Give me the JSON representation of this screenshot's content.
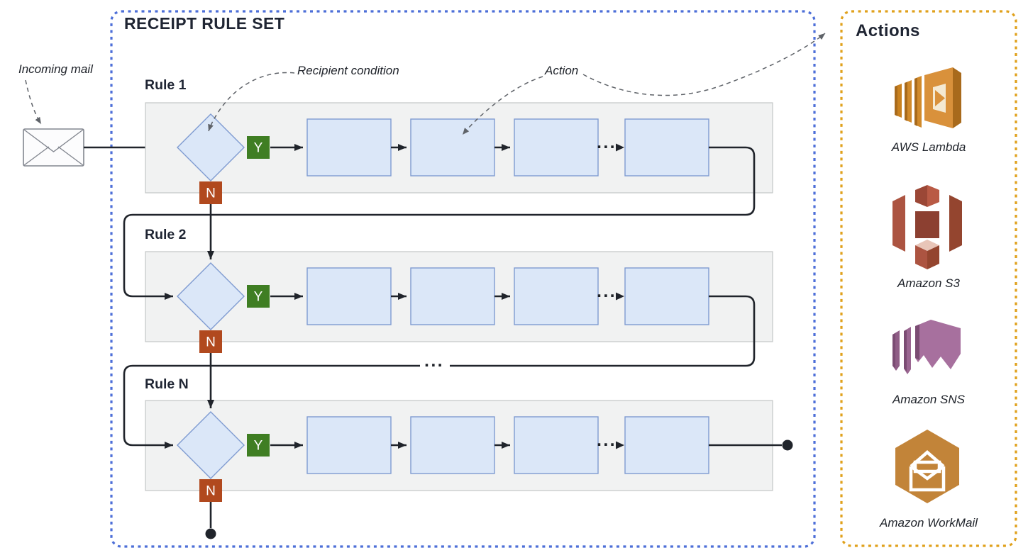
{
  "titles": {
    "rule_set": "RECEIPT RULE SET",
    "actions": "Actions"
  },
  "labels": {
    "incoming_mail": "Incoming mail",
    "recipient_condition": "Recipient condition",
    "action": "Action",
    "yes": "Y",
    "no": "N",
    "ellipsis": "···"
  },
  "rules": [
    {
      "label": "Rule 1"
    },
    {
      "label": "Rule 2"
    },
    {
      "label": "Rule N"
    }
  ],
  "actions": [
    {
      "name": "AWS Lambda"
    },
    {
      "name": "Amazon S3"
    },
    {
      "name": "Amazon SNS"
    },
    {
      "name": "Amazon WorkMail"
    }
  ],
  "colors": {
    "rule_set_border": "#4D6FD8",
    "actions_border": "#E0A11C",
    "yes_badge": "#3F7E23",
    "no_badge": "#B1491E",
    "action_box_fill": "#DBE7F8",
    "action_box_border": "#7F9BD1",
    "rule_box_fill": "#F1F2F2",
    "flow_line": "#20242B",
    "text": "#1F2533",
    "lambda_orange": "#D9913B",
    "s3_red": "#AC5441",
    "sns_purple": "#A7709E",
    "workmail_orange": "#C28439"
  }
}
